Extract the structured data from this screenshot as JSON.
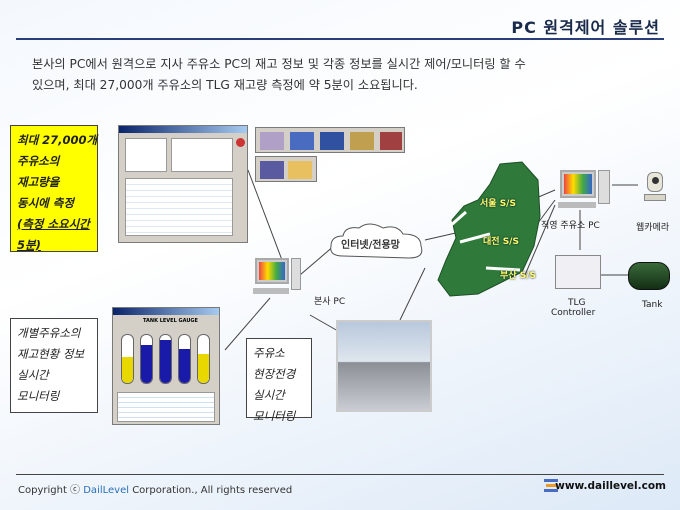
{
  "header": {
    "title": "PC 원격제어 솔루션"
  },
  "intro": {
    "line1": "본사의 PC에서 원격으로 지사 주유소 PC의 재고 정보 및 각종 정보를 실시간 제어/모니터링 할 수",
    "line2": "있으며, 최대 27,000개 주유소의 TLG 재고량 측정에 약 5분이 소요됩니다."
  },
  "callouts": {
    "inventory": [
      "최대 27,000개",
      "주유소의",
      "재고량을",
      "동시에 측정",
      "(측정 소요시간",
      "5분)"
    ],
    "per_station": [
      "개별주유소의",
      "재고현황 정보",
      "실시간",
      "모니터링"
    ],
    "site_view": [
      "주유소",
      "현장전경",
      "실시간",
      "모니터링"
    ]
  },
  "network": {
    "cloud_label": "인터넷/전용망",
    "hq_pc": "본사 PC",
    "stations": [
      "서울 S/S",
      "대전 S/S",
      "부산 S/S"
    ],
    "direct_pc": "직영 주유소 PC",
    "webcam": "웹카메라",
    "tlg_line1": "TLG",
    "tlg_line2": "Controller",
    "tank": "Tank"
  },
  "tlg_window": {
    "title": "TANK LEVEL GAUGE",
    "levels": [
      0.55,
      0.8,
      0.9,
      0.7,
      0.6
    ],
    "colors": [
      "#e8d800",
      "#1a1aa8",
      "#1a1aa8",
      "#1a1aa8",
      "#e8d800"
    ]
  },
  "footer": {
    "copyright_prefix": "Copyright ⓒ ",
    "copyright_brand": "DailLevel",
    "copyright_suffix": " Corporation., All rights reserved",
    "website": "www.daillevel.com"
  },
  "colors": {
    "header_line": "#2a3f7a",
    "callout_yellow": "#ffff00",
    "map_green": "#2f7a3a"
  }
}
